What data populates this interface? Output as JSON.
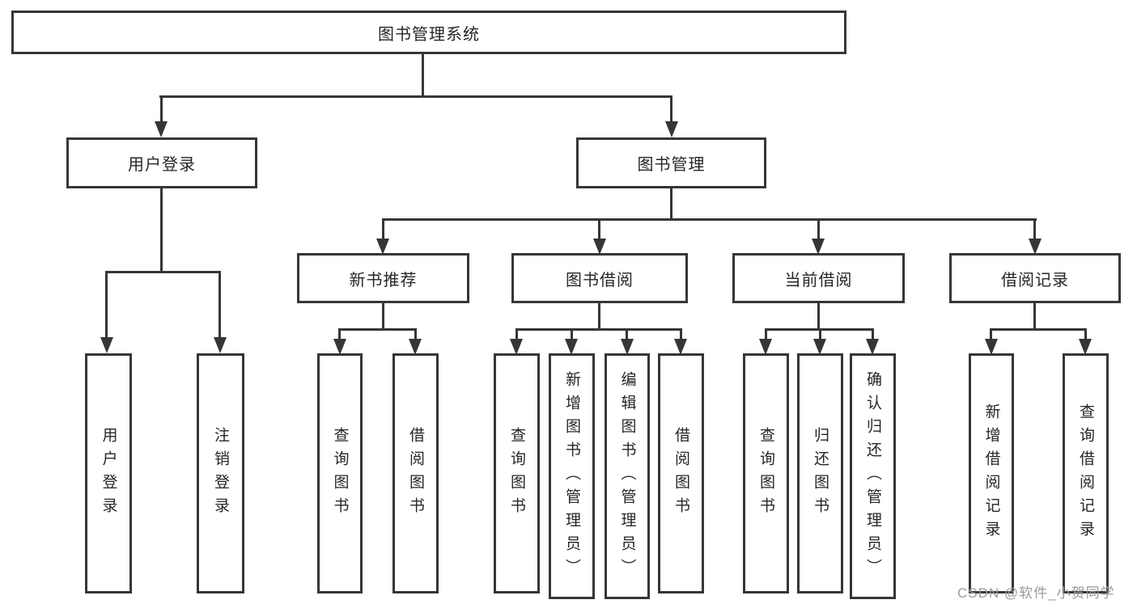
{
  "root": {
    "label": "图书管理系统"
  },
  "branches": [
    {
      "label": "用户登录",
      "leaves": [
        {
          "label": "用户登录"
        },
        {
          "label": "注销登录"
        }
      ]
    },
    {
      "label": "图书管理",
      "groups": [
        {
          "label": "新书推荐",
          "leaves": [
            {
              "label": "查询图书"
            },
            {
              "label": "借阅图书"
            }
          ]
        },
        {
          "label": "图书借阅",
          "leaves": [
            {
              "label": "查询图书"
            },
            {
              "label": "新增图书（管理员）"
            },
            {
              "label": "编辑图书（管理员）"
            },
            {
              "label": "借阅图书"
            }
          ]
        },
        {
          "label": "当前借阅",
          "leaves": [
            {
              "label": "查询图书"
            },
            {
              "label": "归还图书"
            },
            {
              "label": "确认归还（管理员）"
            }
          ]
        },
        {
          "label": "借阅记录",
          "leaves": [
            {
              "label": "新增借阅记录"
            },
            {
              "label": "查询借阅记录"
            }
          ]
        }
      ]
    }
  ],
  "watermark": {
    "text": "CSDN @软件_小贺同学"
  },
  "colors": {
    "line": "#363636",
    "box_border": "#363636",
    "text": "#262626",
    "watermark": "#9b9b9b",
    "background": "#ffffff"
  }
}
